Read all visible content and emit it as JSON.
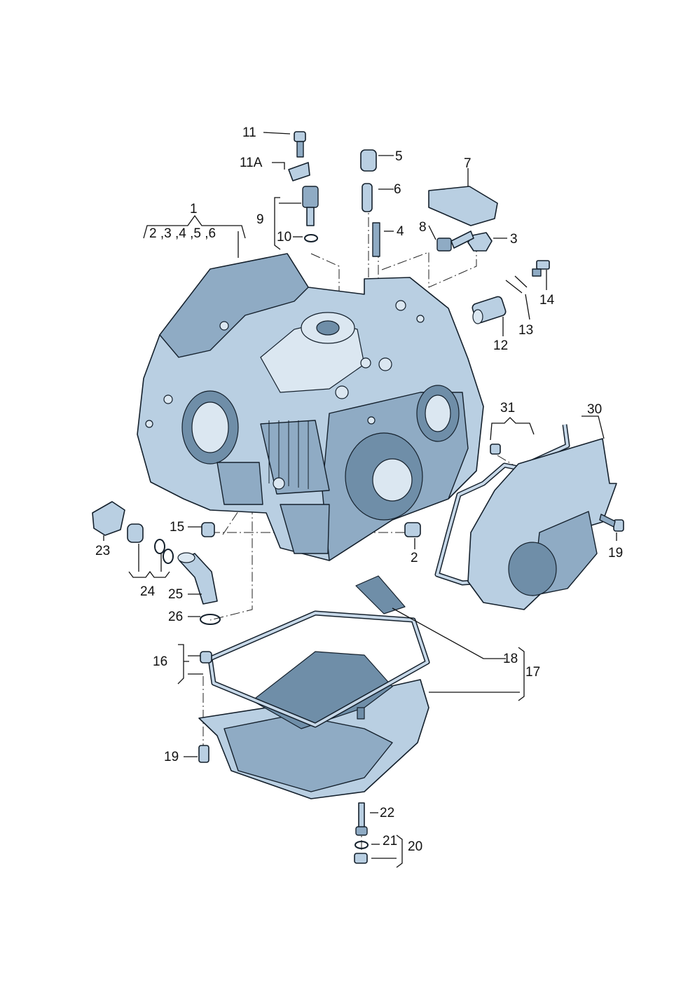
{
  "callouts": {
    "c1": "1",
    "c1_sub": "2 ,3 ,4 ,5 ,6",
    "c2": "2",
    "c3": "3",
    "c4": "4",
    "c5": "5",
    "c6": "6",
    "c7": "7",
    "c8": "8",
    "c9": "9",
    "c10": "10",
    "c11": "11",
    "c11a": "11A",
    "c12": "12",
    "c13": "13",
    "c14": "14",
    "c15": "15",
    "c16": "16",
    "c17": "17",
    "c18": "18",
    "c19a": "19",
    "c19b": "19",
    "c20": "20",
    "c21": "21",
    "c22": "22",
    "c23": "23",
    "c24": "24",
    "c25": "25",
    "c26": "26",
    "c30": "30",
    "c31": "31"
  },
  "colors": {
    "part_fill": "#b9cfe2",
    "part_shadow": "#8fabc4",
    "outline": "#14202c"
  }
}
